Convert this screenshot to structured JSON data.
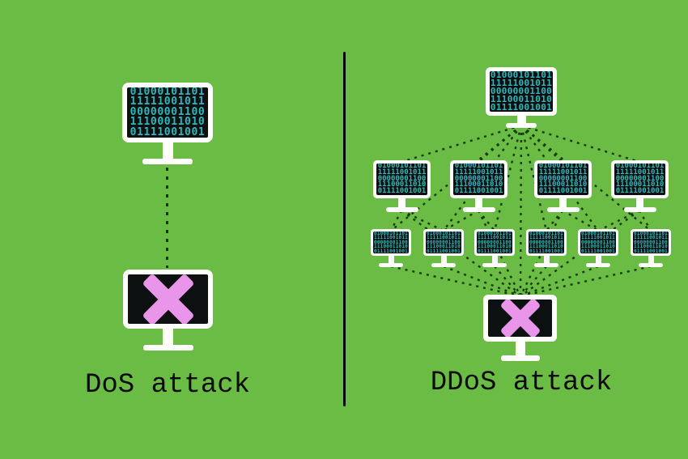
{
  "diagram": {
    "left_panel": {
      "label": "DoS attack"
    },
    "right_panel": {
      "label": "DDoS attack"
    },
    "binary_screen_lines": [
      "01000101101",
      "11111001011",
      "00000001100",
      "11100011010",
      "01111001001"
    ],
    "colors": {
      "background": "#6bbc45",
      "divider": "#070707",
      "monitor_frame": "#fefefc",
      "screen": "#0c1010",
      "binary_text": "#31b7bb",
      "x_mark": "#e995e9",
      "dashed_line": "#173a0c",
      "label_text": "#0b0b0b"
    }
  }
}
